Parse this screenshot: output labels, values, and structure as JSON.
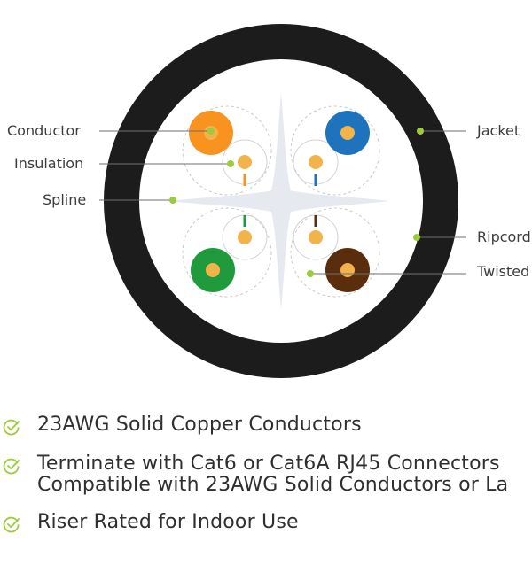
{
  "diagram": {
    "callouts": [
      {
        "id": "conductor",
        "label": "Conductor"
      },
      {
        "id": "insulation",
        "label": "Insulation"
      },
      {
        "id": "spline",
        "label": "Spline"
      },
      {
        "id": "jacket",
        "label": "Jacket"
      },
      {
        "id": "ripcord",
        "label": "Ripcord"
      },
      {
        "id": "twisted",
        "label": "Twisted"
      }
    ],
    "pairs": [
      {
        "name": "orange",
        "color": "#f7931e"
      },
      {
        "name": "blue",
        "color": "#1e73be"
      },
      {
        "name": "green",
        "color": "#1f9a3c"
      },
      {
        "name": "brown",
        "color": "#5a2e0c"
      }
    ],
    "colors": {
      "jacket": "#1c1c1c",
      "copper": "#f2b34a",
      "spline": "#e6e9ef",
      "accent": "#9ccc3c"
    }
  },
  "features": [
    {
      "lines": [
        "23AWG Solid Copper Conductors"
      ]
    },
    {
      "lines": [
        "Terminate with Cat6 or Cat6A RJ45 Connectors",
        "Compatible with 23AWG Solid Conductors or La"
      ]
    },
    {
      "lines": [
        "Riser Rated for Indoor Use"
      ]
    }
  ],
  "icons": {
    "check": "check-circle-icon"
  }
}
